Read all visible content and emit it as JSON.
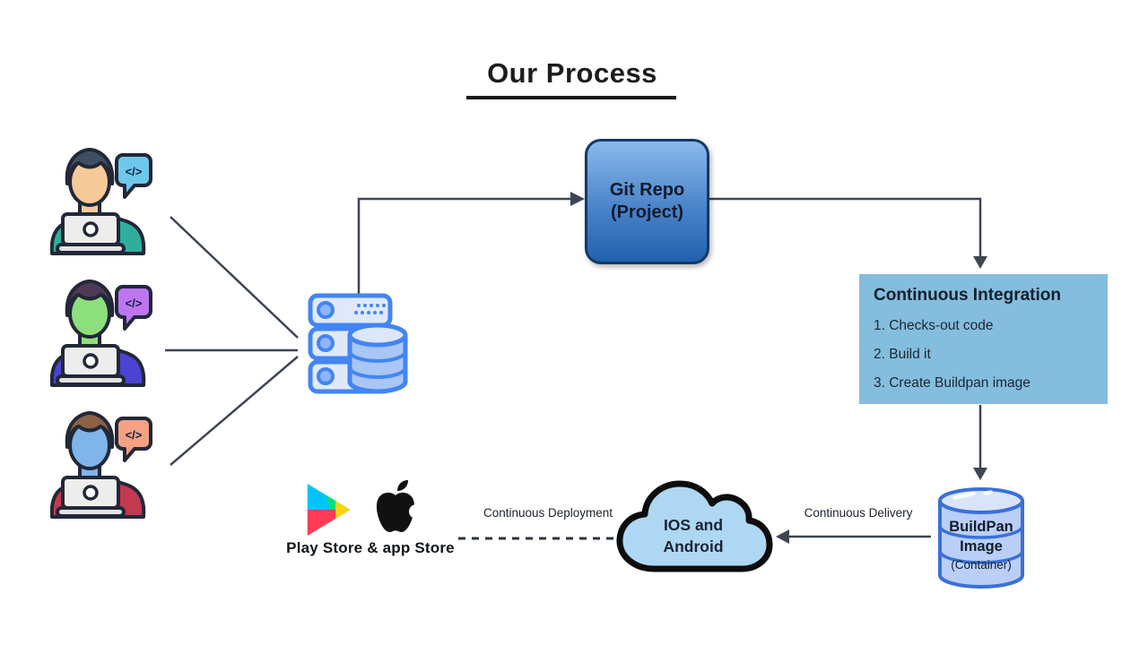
{
  "title": "Our Process",
  "developers": [
    {
      "code_symbol": "</>",
      "colors": {
        "hair": "#3e4f63",
        "face": "#f6c998",
        "shirt": "#2fae9e",
        "bubble": "#6fc8ec"
      }
    },
    {
      "code_symbol": "</>",
      "colors": {
        "hair": "#4e3a58",
        "face": "#8ddf7b",
        "shirt": "#4b43d4",
        "bubble": "#bd76f0"
      }
    },
    {
      "code_symbol": "</>",
      "colors": {
        "hair": "#8b6244",
        "face": "#7fb5ea",
        "shirt": "#c23a50",
        "bubble": "#f5a184"
      }
    }
  ],
  "git_repo": {
    "line1": "Git Repo",
    "line2": "(Project)"
  },
  "ci": {
    "title": "Continuous Integration",
    "steps": [
      "1. Checks-out code",
      "2. Build it",
      "3. Create Buildpan image"
    ],
    "bg_color": "#84bddd"
  },
  "buildpan": {
    "line1": "BuildPan",
    "line2": "Image",
    "line3": "(Container)"
  },
  "cloud": {
    "line1": "IOS and",
    "line2": "Android",
    "fill_color": "#aed7f4"
  },
  "stores": {
    "label": "Play Store & app Store"
  },
  "arrow_labels": {
    "delivery": "Continuous Delivery",
    "deployment": "Continuous Deployment"
  },
  "colors": {
    "connector_line": "#3e4553",
    "git_gradient_top": "#8ab9ec",
    "git_gradient_bottom": "#2161ae",
    "outline": "#222838",
    "server_stroke": "#4285f4",
    "server_fill": "#dfe9fb",
    "cylinder_stroke": "#3a70d8",
    "cylinder_fill": "#b9cff7",
    "title_text": "#1c1c1e",
    "play_cyan": "#00c3ff",
    "play_green": "#00e070",
    "play_yellow": "#ffd400",
    "play_red": "#ff3b57"
  }
}
